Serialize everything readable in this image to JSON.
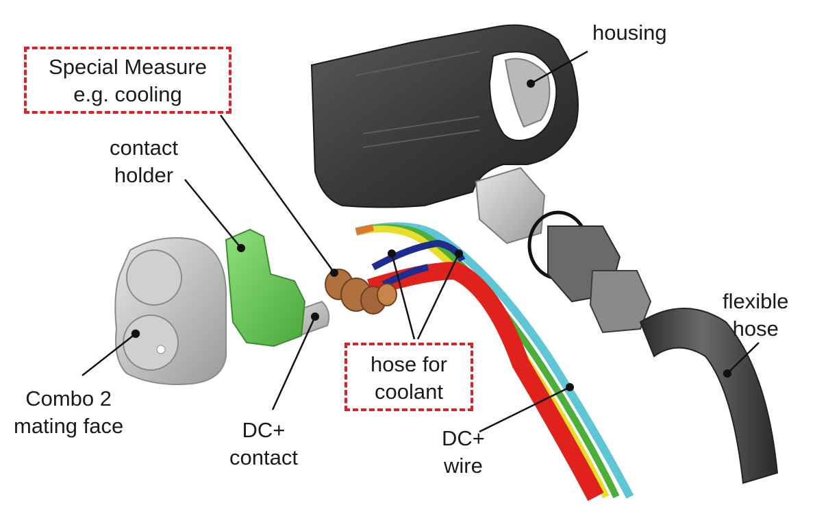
{
  "labels": {
    "housing": "housing",
    "special_measure": [
      "Special Measure",
      "e.g. cooling"
    ],
    "contact_holder": [
      "contact",
      "holder"
    ],
    "flexible_hose": [
      "flexible",
      "hose"
    ],
    "hose_for_coolant": [
      "hose for",
      "coolant"
    ],
    "combo2": [
      "Combo 2",
      "mating face"
    ],
    "dc_contact": [
      "DC+",
      "contact"
    ],
    "dc_wire": [
      "DC+",
      "wire"
    ]
  },
  "colors": {
    "callout_box_border": "#d9222a",
    "leader_line": "#111111",
    "housing": "#3a3a3a",
    "grip": "#b9b9b9",
    "contact_holder": "#6ccf5a",
    "mating_face": "#c9c9c9",
    "contact_pin": "#dcdcdc",
    "copper_coil": "#b0713f",
    "wire_red": "#e0211c",
    "wire_yellow": "#e8de2a",
    "wire_green": "#4caf3a",
    "wire_cyan": "#5fc6d6",
    "coolant_hose_blue": "#1f2c8f",
    "flexible_hose": "#444444",
    "nut": "#bdbdbd"
  }
}
